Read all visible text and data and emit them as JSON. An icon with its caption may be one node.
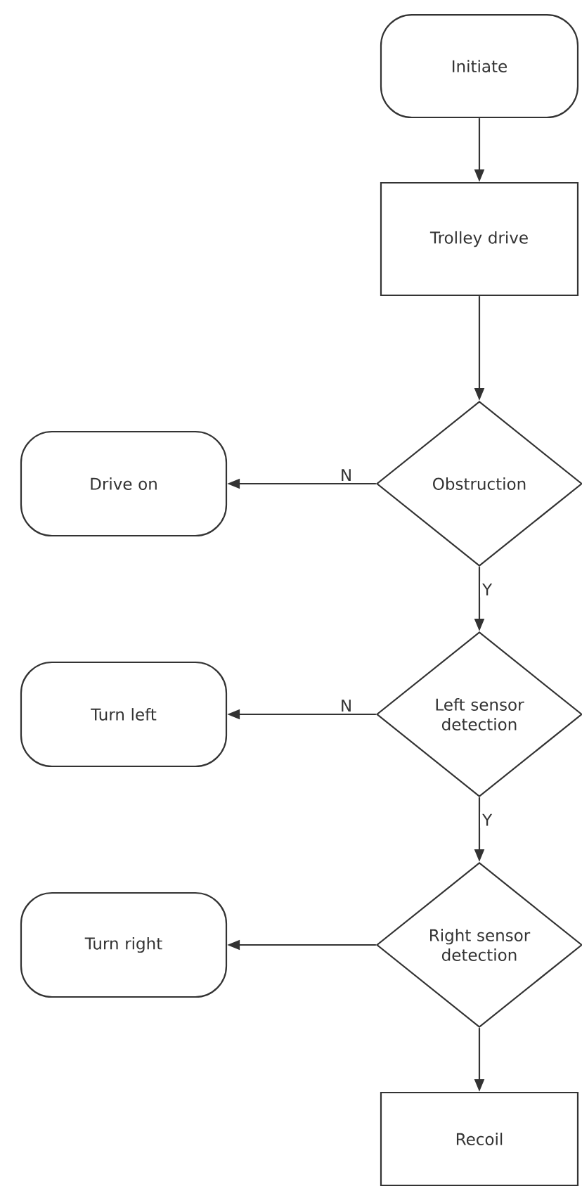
{
  "diagram": {
    "nodes": [
      {
        "text": [
          "Initiate"
        ]
      },
      {
        "text": [
          "Trolley drive"
        ]
      },
      {
        "text": [
          "Obstruction"
        ]
      },
      {
        "text": [
          "Drive on"
        ]
      },
      {
        "text": [
          "Left sensor detection"
        ]
      },
      {
        "text": [
          "Turn left"
        ]
      },
      {
        "text": [
          "Right sensor detection"
        ]
      },
      {
        "text": [
          "Turn right"
        ]
      },
      {
        "text": [
          "Recoil"
        ]
      }
    ],
    "edges": [
      {
        "from": 0,
        "to": 1,
        "arrow": "to"
      },
      {
        "from": 1,
        "to": 2,
        "arrow": "to"
      },
      {
        "from": 2,
        "to": 3,
        "arrow": "to",
        "label": "N"
      },
      {
        "from": 2,
        "to": 4,
        "arrow": "to",
        "label": "Y"
      },
      {
        "from": 4,
        "to": 5,
        "arrow": "to",
        "label": "N"
      },
      {
        "from": 4,
        "to": 6,
        "arrow": "to",
        "label": "Y"
      },
      {
        "from": 6,
        "to": 7,
        "arrow": "to"
      },
      {
        "from": 6,
        "to": 8,
        "arrow": "to"
      }
    ]
  }
}
